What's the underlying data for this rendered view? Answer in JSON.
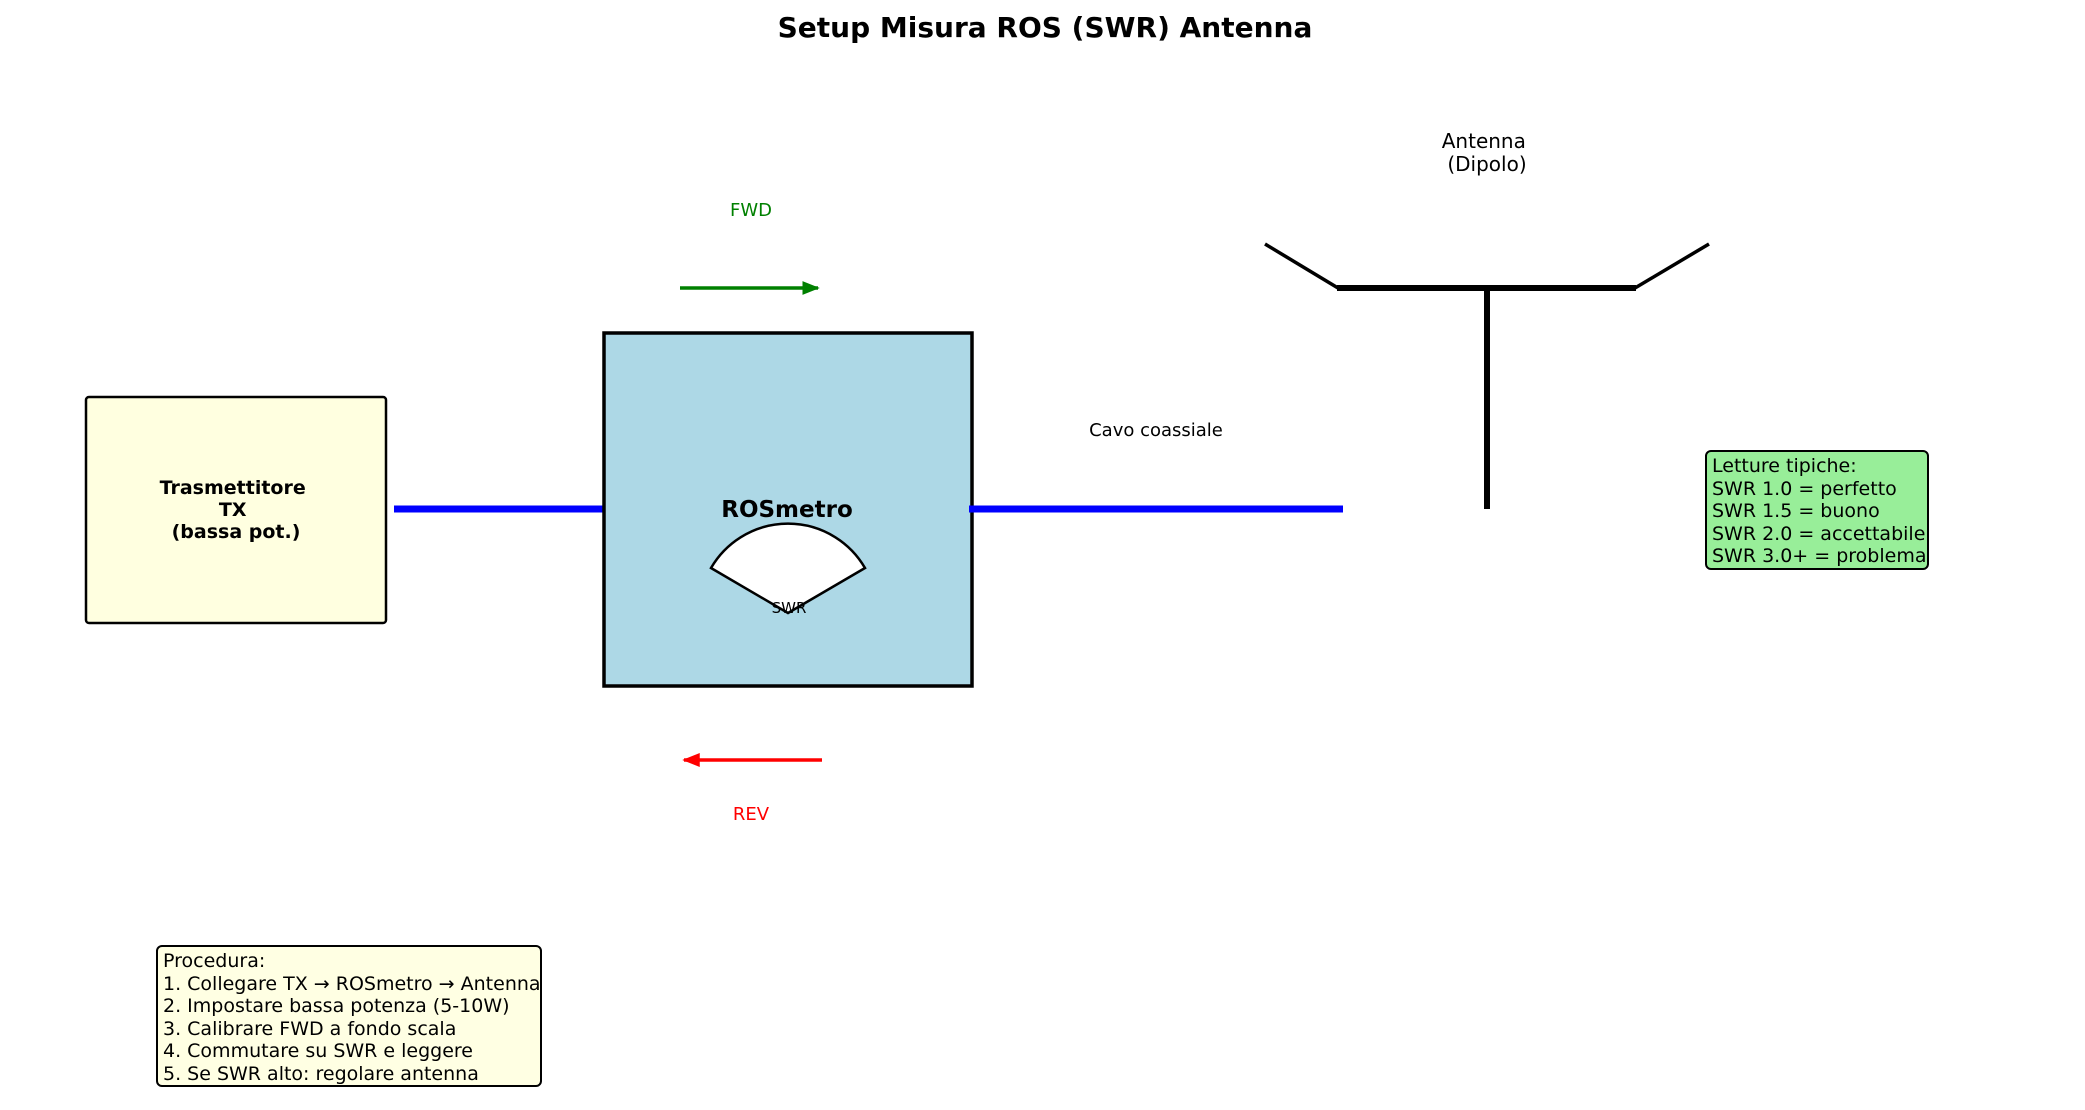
{
  "title": "Setup Misura ROS (SWR) Antenna",
  "transmitter": {
    "lines": [
      "Trasmettitore",
      "TX",
      "(bassa pot.)"
    ]
  },
  "swr_meter": {
    "label": "ROSmetro",
    "gauge_label": "SWR"
  },
  "forward": {
    "label": "FWD"
  },
  "reverse": {
    "label": "REV"
  },
  "cable": {
    "label": "Cavo coassiale"
  },
  "antenna": {
    "lines": [
      "Antenna",
      "(Dipolo)"
    ]
  },
  "readings": {
    "lines": [
      "Letture tipiche:",
      "SWR 1.0 = perfetto",
      "SWR 1.5 = buono",
      "SWR 2.0 = accettabile",
      "SWR 3.0+ = problema"
    ]
  },
  "procedure": {
    "lines": [
      "Procedura:",
      "1. Collegare TX → ROSmetro → Antenna",
      "2. Impostare bassa potenza (5-10W)",
      "3. Calibrare FWD a fondo scala",
      "4. Commutare su SWR e leggere",
      "5. Se SWR alto: regolare antenna"
    ]
  },
  "colors": {
    "transmitter_fill": "#ffffe0",
    "meter_fill": "#add8e6",
    "cable": "#0000ff",
    "forward": "#008000",
    "reverse": "#ff0000",
    "readings_fill": "#98ee99",
    "procedure_fill": "#ffffe3"
  }
}
